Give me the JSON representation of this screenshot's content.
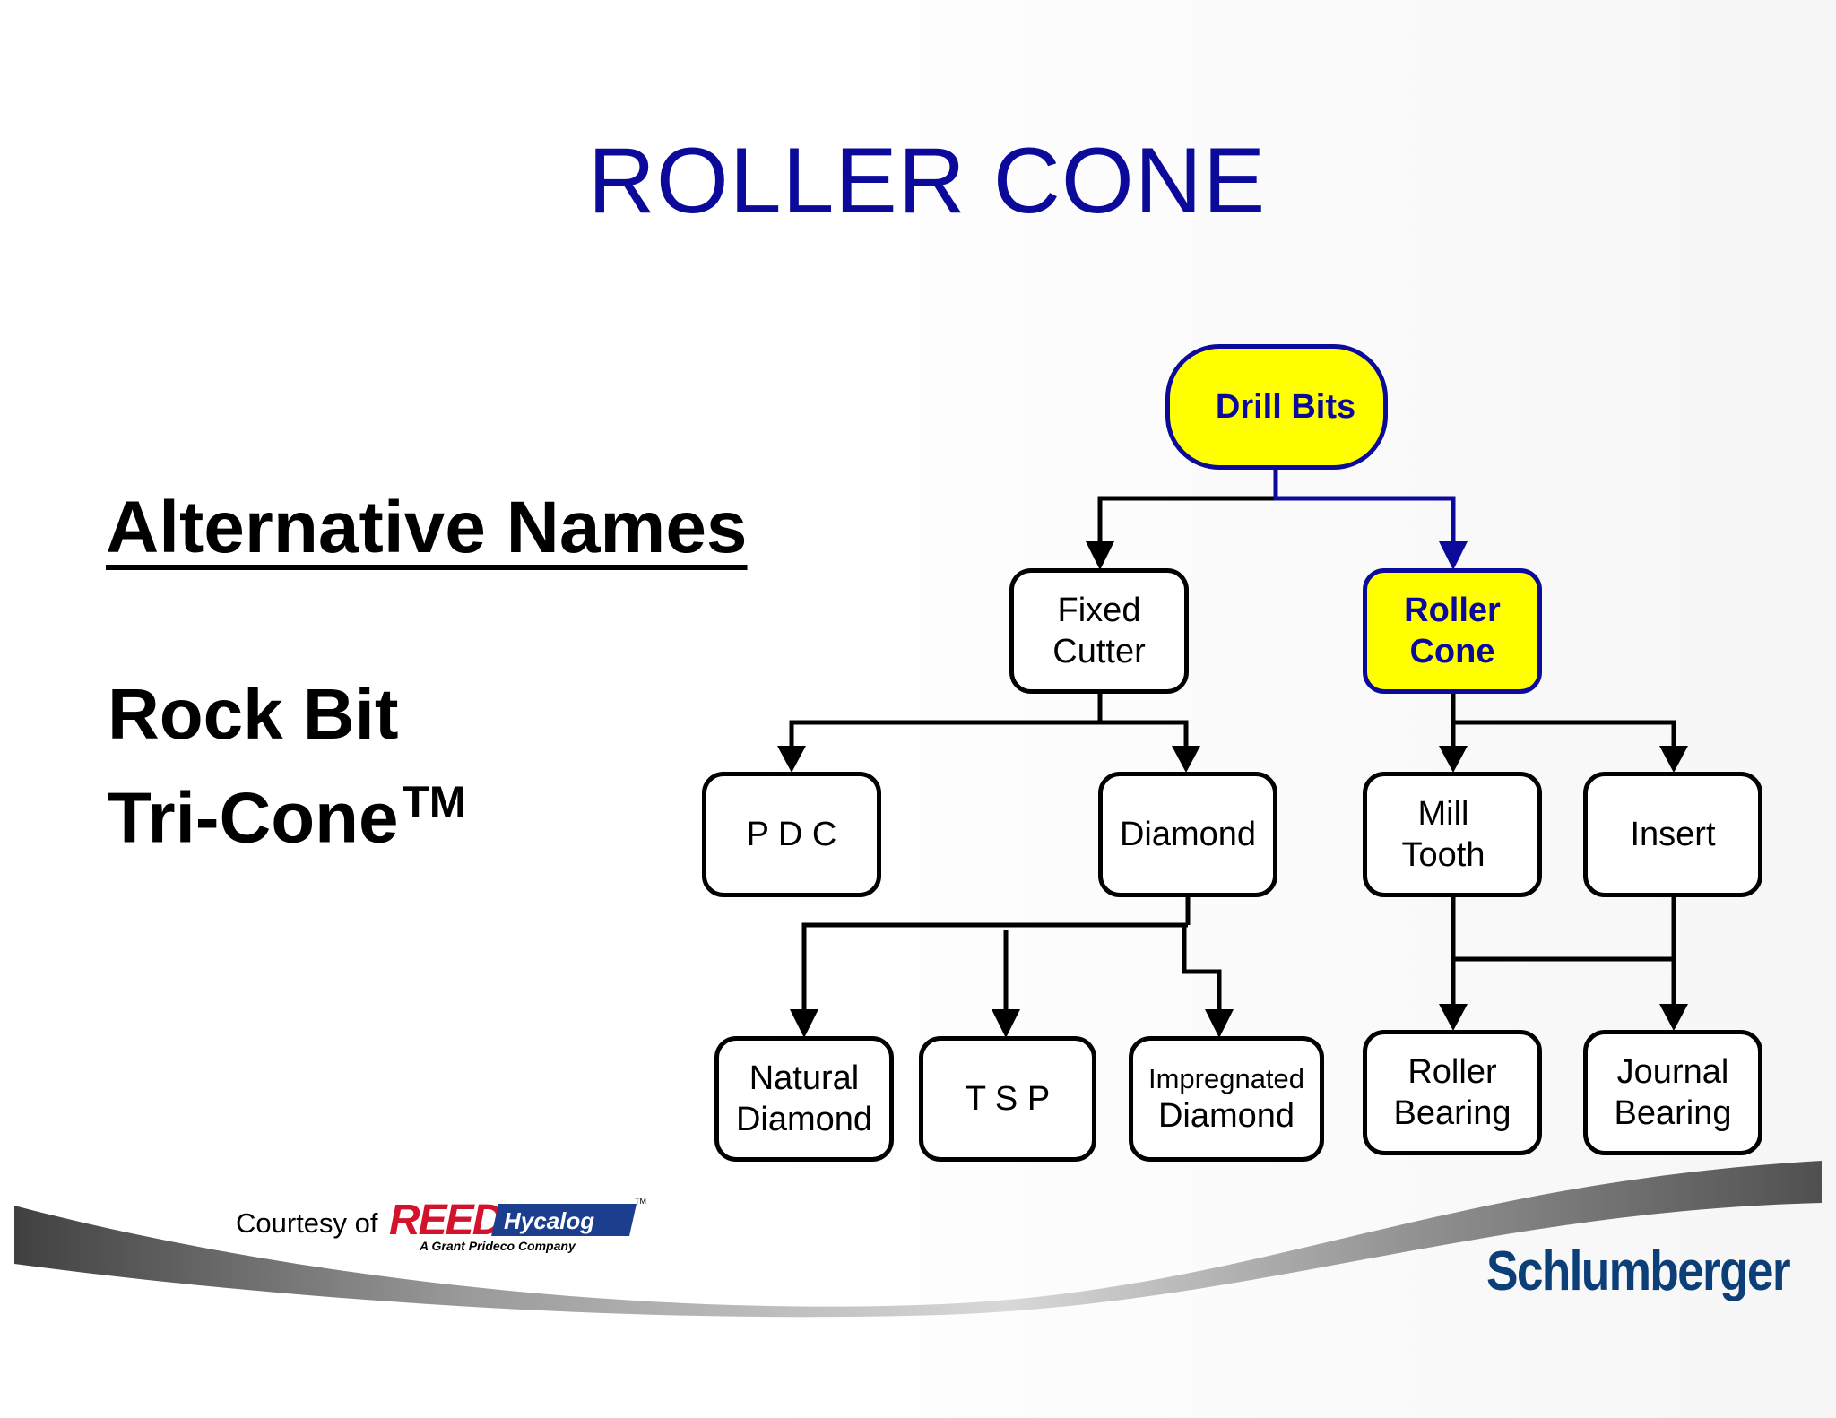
{
  "title": "ROLLER CONE",
  "alternative_names": {
    "heading": "Alternative Names",
    "items": [
      "Rock Bit",
      "Tri-Cone"
    ],
    "trademark": "TM"
  },
  "diagram": {
    "nodes": {
      "drill_bits": "Drill Bits",
      "fixed_cutter": "Fixed\nCutter",
      "roller_cone": "Roller\nCone",
      "pdc": "P D C",
      "diamond": "Diamond",
      "mill_tooth": "Mill\nTooth",
      "insert": "Insert",
      "natural_diamond": "Natural\nDiamond",
      "tsp": "T S P",
      "impregnated_top": "Impregnated",
      "impregnated_bottom": "Diamond",
      "roller_bearing": "Roller\nBearing",
      "journal_bearing": "Journal\nBearing"
    },
    "highlight_color": "#ffff00",
    "highlight_border": "#0c0a9a"
  },
  "footer": {
    "courtesy": "Courtesy of",
    "reed_logo": "REED",
    "hycalog_logo": "Hycalog",
    "tagline": "A Grant Prideco Company",
    "trademark": "TM",
    "schlumberger_logo": "Schlumberger"
  },
  "colors": {
    "title": "#0c0a9a",
    "brand_blue": "#0c3e78",
    "reed_red": "#d3122b"
  }
}
